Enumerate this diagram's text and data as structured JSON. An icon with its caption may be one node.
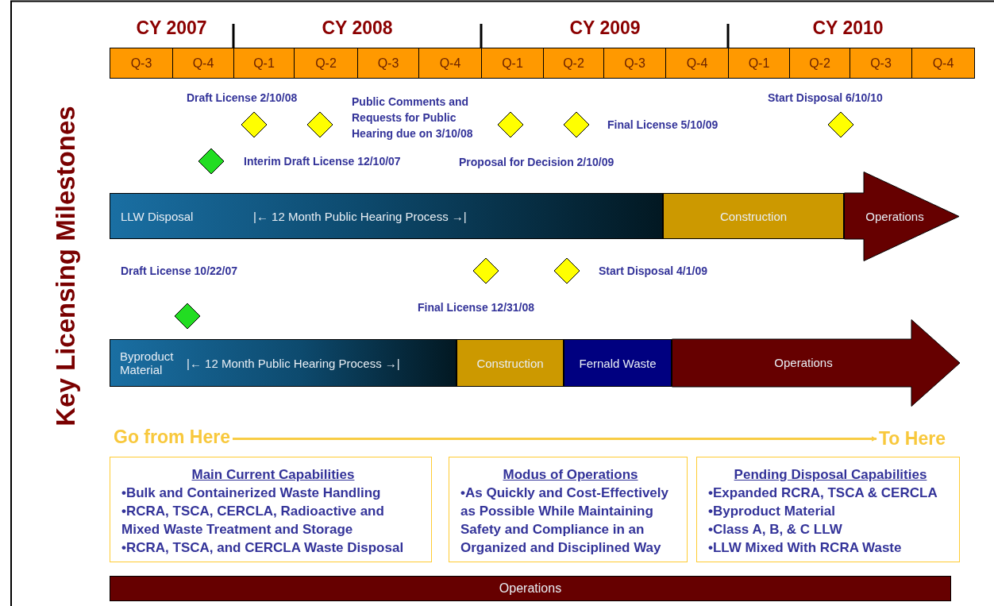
{
  "diagram": {
    "title": "Key Licensing Milestones",
    "nodes": [
      {
        "text": [
          "Q-3"
        ]
      },
      {
        "text": [
          "Q-4"
        ]
      },
      {
        "text": [
          "Q-1"
        ]
      },
      {
        "text": [
          "Q-2"
        ]
      },
      {
        "text": [
          "Q-3"
        ]
      },
      {
        "text": [
          "Q-4"
        ]
      },
      {
        "text": [
          "Q-1"
        ]
      },
      {
        "text": [
          "Q-2"
        ]
      },
      {
        "text": [
          "Q-3"
        ]
      },
      {
        "text": [
          "Q-4"
        ]
      },
      {
        "text": [
          "Q-1"
        ]
      },
      {
        "text": [
          "Q-2"
        ]
      },
      {
        "text": [
          "Q-3"
        ]
      },
      {
        "text": [
          "Q-4"
        ]
      },
      {
        "text": [],
        "shape": "diamond",
        "beside": [
          "Draft License 2/10/08"
        ]
      },
      {
        "text": [],
        "shape": "diamond",
        "beside": [
          "Public Comments and Requests for Public Hearing due on 3/10/08"
        ]
      },
      {
        "text": [],
        "shape": "diamond",
        "beside": [
          "Proposal for Decision 2/10/09"
        ]
      },
      {
        "text": [],
        "shape": "diamond",
        "beside": [
          "Final License 5/10/09"
        ]
      },
      {
        "text": [],
        "shape": "diamond",
        "beside": [
          "Start Disposal 6/10/10"
        ]
      },
      {
        "text": [],
        "shape": "diamond",
        "beside": [
          "Interim Draft License 12/10/07"
        ]
      },
      {
        "text": [
          "LLW Disposal",
          "|← 12 Month Public Hearing Process →|"
        ]
      },
      {
        "text": [
          "Construction"
        ]
      },
      {
        "text": [
          "Operations"
        ]
      },
      {
        "text": [],
        "shape": "diamond",
        "beside": [
          "Final License 12/31/08"
        ]
      },
      {
        "text": [],
        "shape": "diamond",
        "beside": [
          "Start Disposal 4/1/09"
        ]
      },
      {
        "text": [],
        "shape": "diamond",
        "beside": [
          "Draft License 10/22/07"
        ]
      },
      {
        "text": [
          "Byproduct Material",
          "|← 12 Month Public Hearing Process →|"
        ]
      },
      {
        "text": [
          "Construction"
        ]
      },
      {
        "text": [
          "Fernald Waste"
        ]
      },
      {
        "text": [
          "Operations"
        ]
      },
      {
        "text": [
          "Go from Here"
        ]
      },
      {
        "text": [
          "To Here"
        ]
      },
      {
        "text": [
          "Main Current Capabilities",
          "•Bulk and Containerized Waste Handling",
          "•RCRA, TSCA, CERCLA, Radioactive and Mixed Waste Treatment and Storage",
          "•RCRA, TSCA, and CERCLA Waste Disposal"
        ]
      },
      {
        "text": [
          "Modus of Operations",
          "•As Quickly and Cost-Effectively as Possible While Maintaining Safety and Compliance in an Organized and Disciplined Way"
        ]
      },
      {
        "text": [
          "Pending Disposal Capabilities",
          "•Expanded RCRA, TSCA & CERCLA",
          "•Byproduct Material",
          "•Class A, B, & C LLW",
          "•LLW Mixed With RCRA Waste"
        ]
      },
      {
        "text": [
          "Operations"
        ]
      }
    ],
    "edges": [
      {
        "from": 30,
        "to": 31,
        "arrow": "to"
      }
    ],
    "labels": [
      "CY 2007",
      "CY 2008",
      "CY 2009",
      "CY 2010"
    ]
  }
}
